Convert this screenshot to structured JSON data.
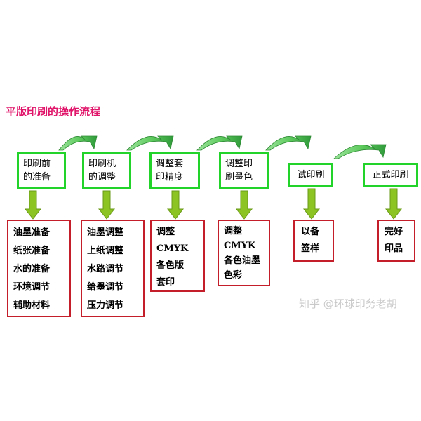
{
  "title": "平版印刷的操作流程",
  "colors": {
    "title": "#e0156a",
    "step_border": "#22d32a",
    "detail_border": "#c41e2a",
    "arrow": "#8cc424",
    "curved_arrow": "#44b84c"
  },
  "steps": [
    {
      "label_lines": [
        "印刷前",
        "的准备"
      ],
      "details": [
        "油墨准备",
        "纸张准备",
        "水的准备",
        "环境调节",
        "辅助材料"
      ]
    },
    {
      "label_lines": [
        "印刷机",
        "的调整"
      ],
      "details": [
        "油墨调整",
        "上纸调整",
        "水路调节",
        "给墨调节",
        "压力调节"
      ]
    },
    {
      "label_lines": [
        "调整套",
        "印精度"
      ],
      "details": [
        "调整",
        "CMYK",
        "各色版",
        "套印"
      ]
    },
    {
      "label_lines": [
        "调整印",
        "刷墨色"
      ],
      "details": [
        "调整",
        "CMYK",
        "各色油墨",
        "色彩"
      ]
    },
    {
      "label_lines": [
        "试印刷"
      ],
      "details": [
        "以备",
        "签样"
      ]
    },
    {
      "label_lines": [
        "正式印刷"
      ],
      "details": [
        "完好",
        "印品"
      ]
    }
  ],
  "watermark": "知乎 @环球印务老胡"
}
